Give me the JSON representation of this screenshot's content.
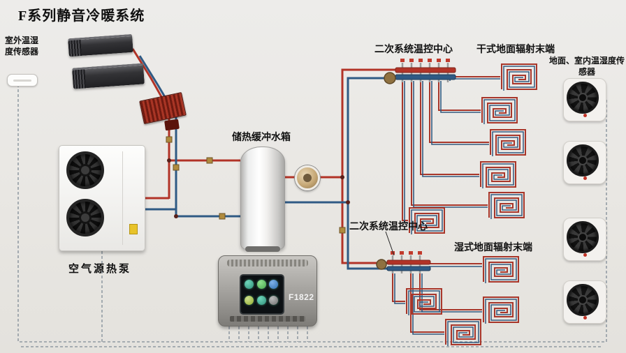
{
  "title": "F系列静音冷暖系统",
  "labels": {
    "outdoor_sensor": "室外温湿度传感器",
    "air_source_heat_pump": "空气源热泵",
    "buffer_tank": "储热缓冲水箱",
    "control_center_top": "二次系统温控中心",
    "dry_radiant_end": "干式地面辐射末端",
    "floor_indoor_sensors": "地面、室内温湿度传感器",
    "control_center_mid": "二次系统温控中心",
    "wet_radiant_end": "湿式地面辐射末端"
  },
  "controller": {
    "model": "F1822"
  },
  "colors": {
    "hot_pipe": "#b23327",
    "cold_pipe": "#2f5a84",
    "cable_dashed": "#7f8b96",
    "background": "#e9e7e3",
    "valve_brass": "#b08b3e"
  }
}
